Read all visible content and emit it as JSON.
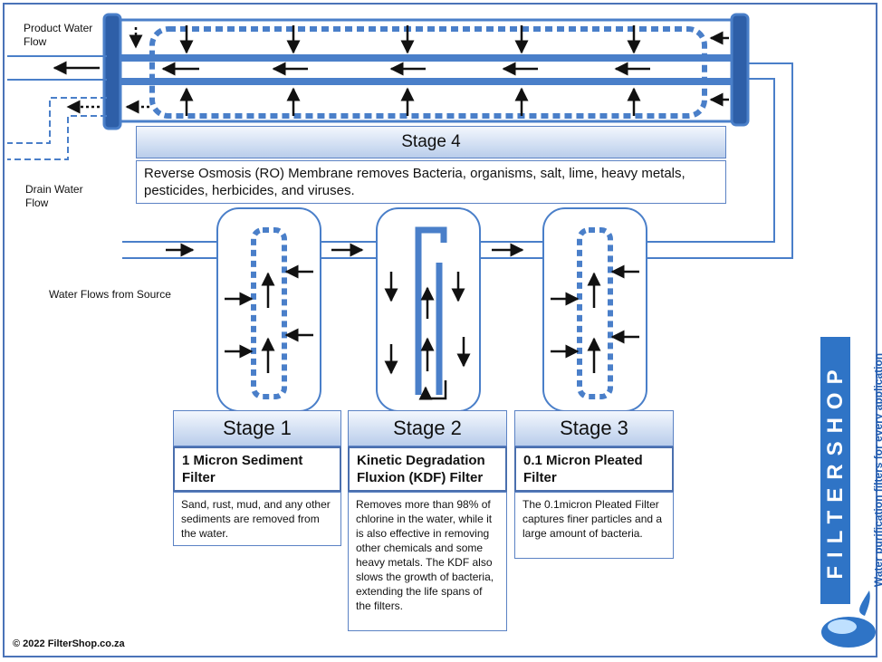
{
  "labels": {
    "product_flow": "Product Water Flow",
    "drain_flow": "Drain Water Flow",
    "source_flow": "Water Flows from Source"
  },
  "stage4": {
    "title": "Stage 4",
    "description": "Reverse Osmosis (RO) Membrane removes Bacteria, organisms, salt, lime, heavy metals, pesticides, herbicides, and viruses."
  },
  "stages": [
    {
      "title": "Stage 1",
      "subtitle": "1 Micron Sediment Filter",
      "description": "Sand, rust, mud, and any other sediments are removed from the water."
    },
    {
      "title": "Stage 2",
      "subtitle": "Kinetic Degradation Fluxion (KDF) Filter",
      "description": "Removes more than 98% of chlorine in the water, while it is also effective in removing other chemicals and some heavy metals. The KDF also slows the growth of bacteria, extending the life spans of the filters."
    },
    {
      "title": "Stage 3",
      "subtitle": "0.1 Micron Pleated Filter",
      "description": "The 0.1micron Pleated Filter captures finer particles and a large amount of bacteria."
    }
  ],
  "brand": {
    "name": "FILTERSHOP",
    "tagline": "Water purification filters for every application"
  },
  "copyright": "© 2022 FilterShop.co.za",
  "colors": {
    "pipe": "#4a7fc9",
    "pipe_dark": "#2e5fa8",
    "stage_header_top": "#f3f7fd",
    "stage_header_bottom": "#b9cdeb",
    "brand": "#2f74c6"
  }
}
